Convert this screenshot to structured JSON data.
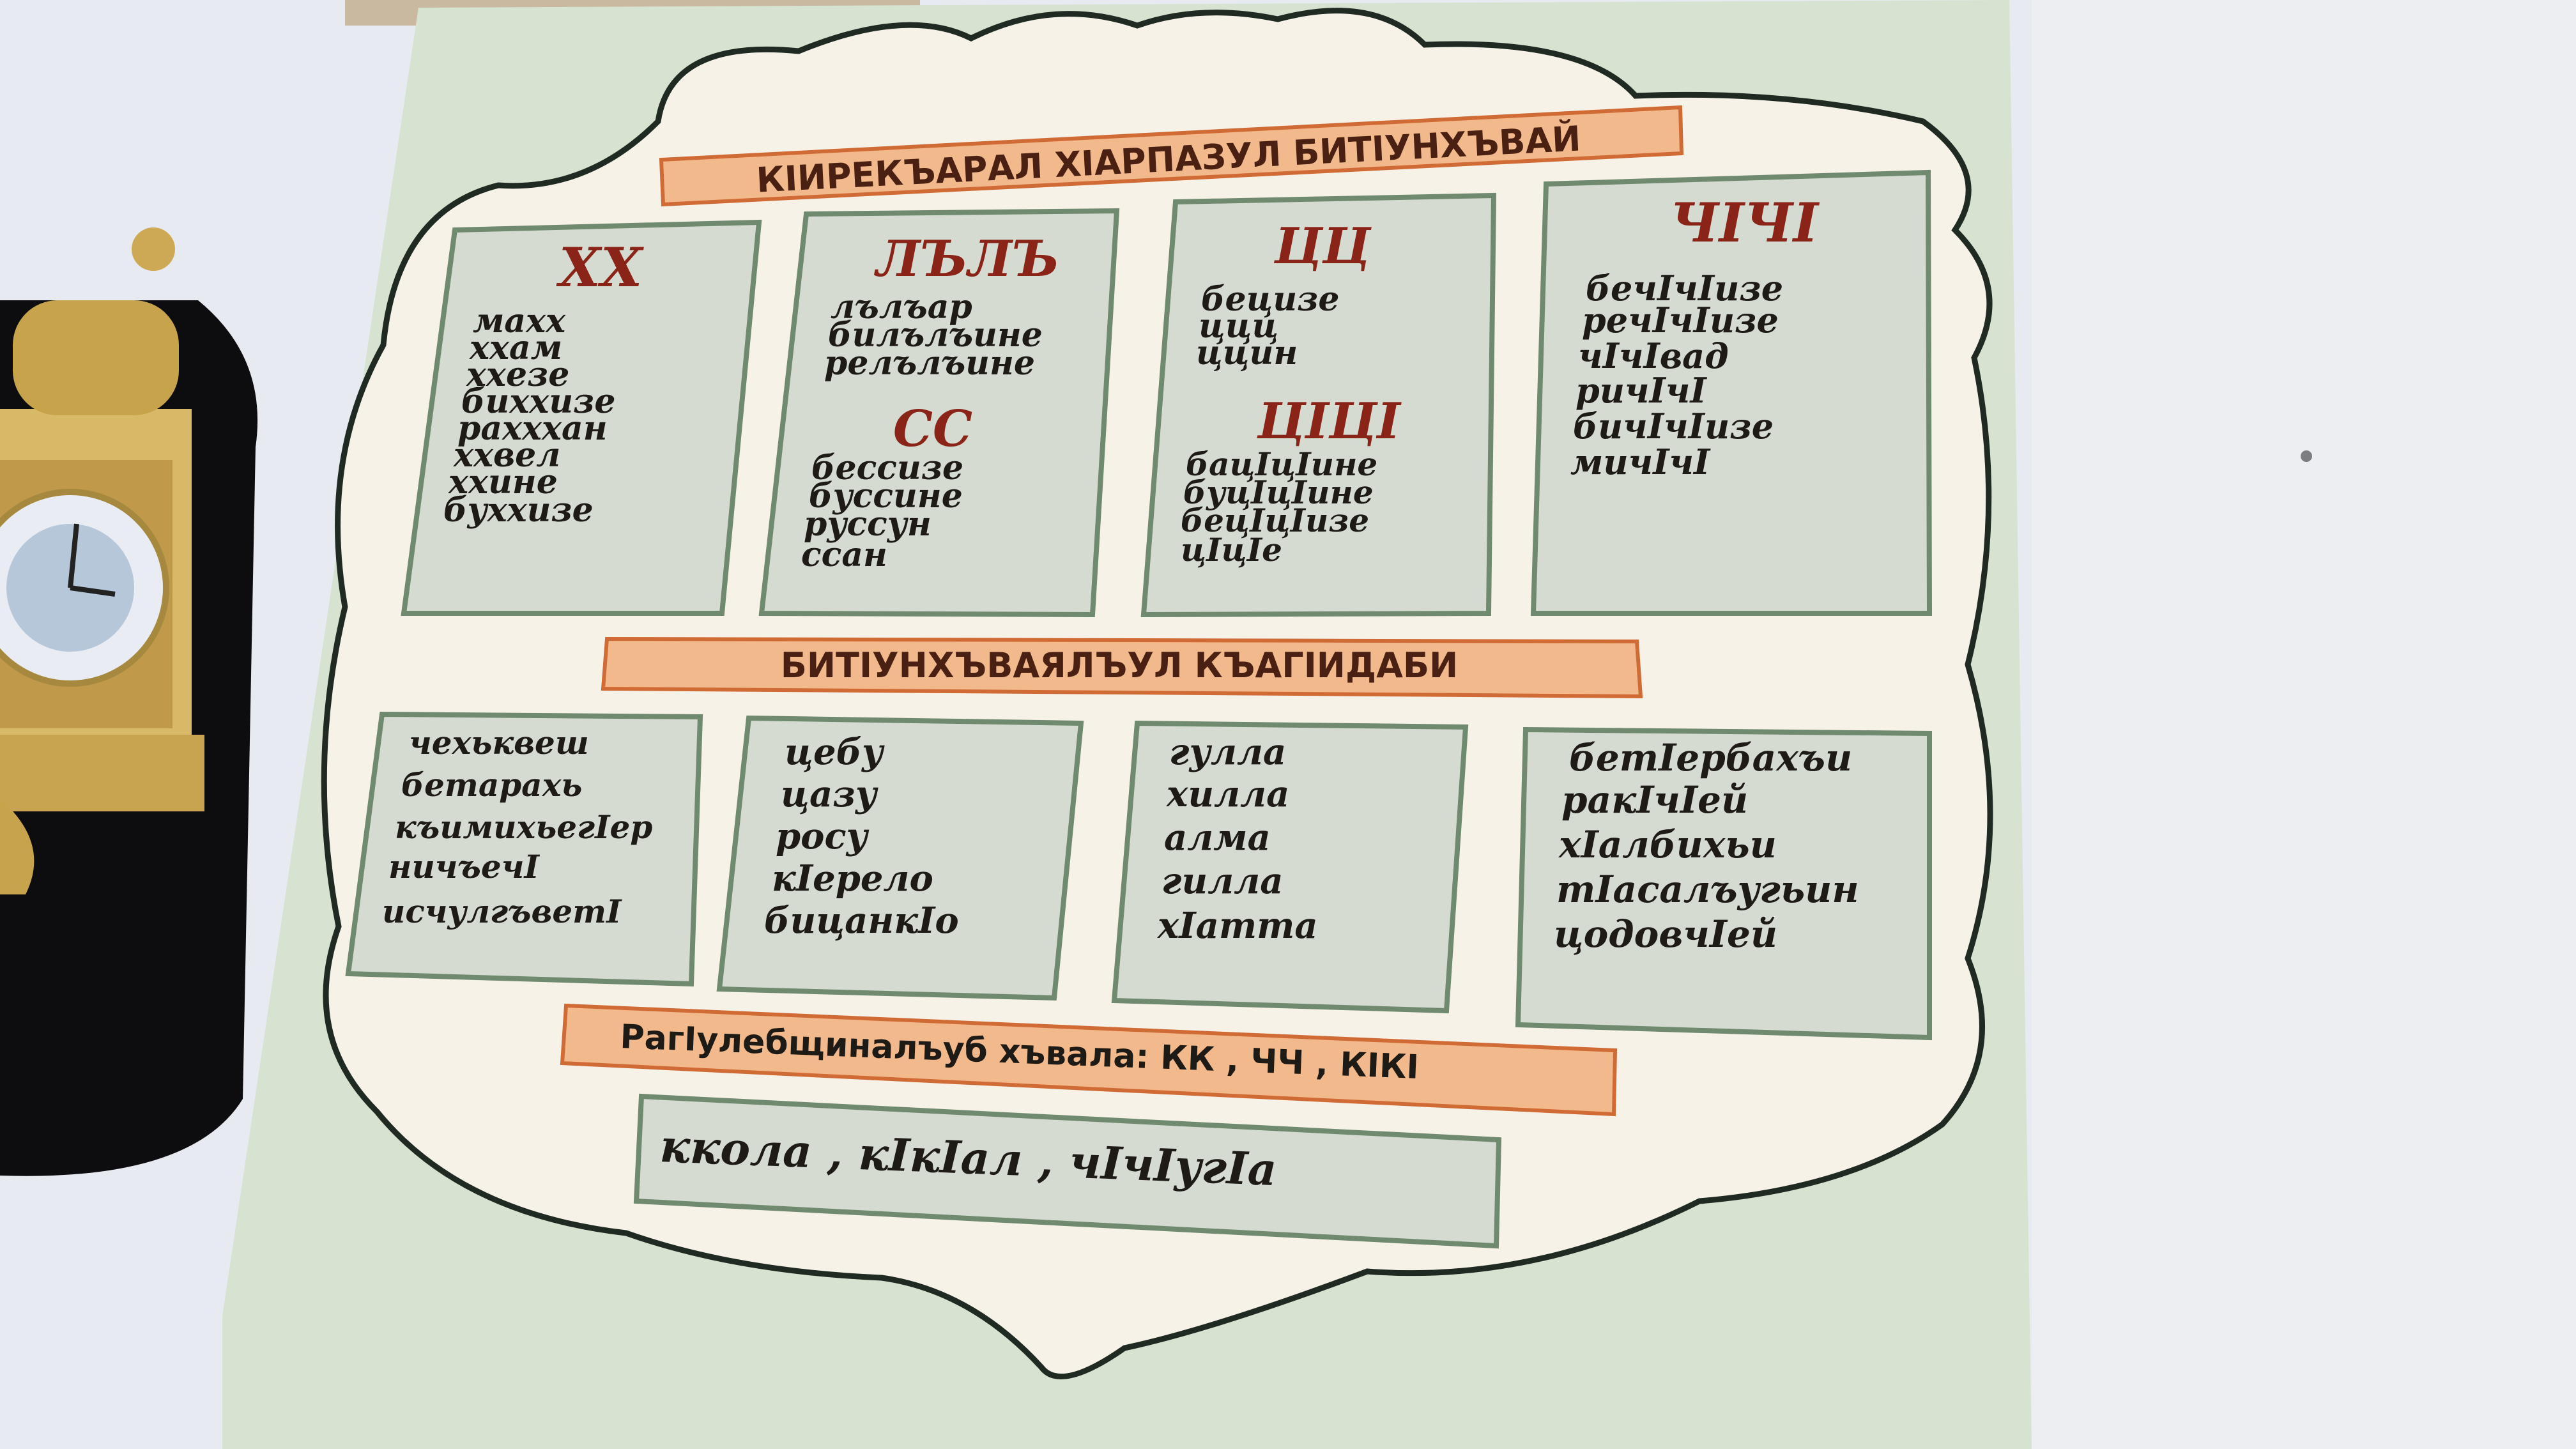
{
  "title_top": "КIИРЕКЪАРАЛ ХIАРПАЗУЛ БИТIУНХЪВАЙ",
  "letter_panels": [
    {
      "heading": "ХХ",
      "words": [
        "махх",
        "ххам",
        "ххезе",
        "биххизе",
        "рахххан",
        "ххвел",
        "ххине",
        "буххизе"
      ]
    },
    {
      "heading": "ЛЪЛЪ",
      "words": [
        "лълъар",
        "билълъине",
        "релълъине"
      ],
      "heading2": "СС",
      "words2": [
        "бессизе",
        "буссине",
        "руссун",
        "ссан"
      ]
    },
    {
      "heading": "ЦЦ",
      "words": [
        "бецизе",
        "ццц",
        "ццин"
      ],
      "heading2": "ЦIЦI",
      "words2": [
        "бацIцIине",
        "буцIцIине",
        "бецIцIизе",
        "цIцIе"
      ]
    },
    {
      "heading": "ЧIЧI",
      "words": [
        "бечIчIизе",
        "речIчIизе",
        "чIчIвад",
        "ричIчI",
        "бичIчIизе",
        "мичIчI"
      ]
    }
  ],
  "title_middle": "БИТIУНХЪВАЯЛЪУЛ КЪАГIИДАБИ",
  "rule_panels": [
    {
      "words": [
        "чехьквеш",
        "бетарахь",
        "къимихьегIер",
        "ничъечI",
        "исчулгъветI"
      ]
    },
    {
      "words": [
        "цебу",
        "цазу",
        "росу",
        "кIерело",
        "бицанкIо"
      ]
    },
    {
      "words": [
        "гулла",
        "хилла",
        "алмa",
        "гилла",
        "хIатта"
      ]
    },
    {
      "words": [
        "бетIербахъи",
        "ракIчIей",
        "хIалбихьи",
        "тIасалъугьин",
        "цодовчIей"
      ]
    }
  ],
  "title_bottom": "РагIулебщиналъуб хъвала:  КК , ЧЧ , КIКI",
  "example_line": "ккола , кIкIал , чIчIугIа",
  "colors": {
    "wall": "#e9ecf1",
    "board": "#d9e6d2",
    "cloud": "#f6f1e6",
    "panel": "#d5dcd2",
    "banner": "#f0b78a",
    "ink_red": "#8b2418",
    "ink_black": "#1e1a16"
  }
}
